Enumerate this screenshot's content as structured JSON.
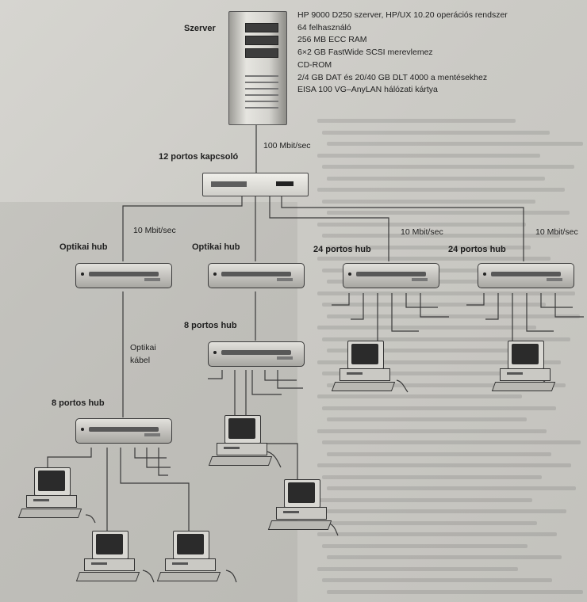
{
  "server": {
    "label": "Szerver",
    "specs": [
      "HP 9000 D250 szerver, HP/UX 10.20 operációs rendszer",
      "64 felhasználó",
      "256 MB ECC RAM",
      "6×2 GB FastWide SCSI merevlemez",
      "CD-ROM",
      "2/4 GB DAT és 20/40 GB DLT 4000 a mentésekhez",
      "EISA 100 VG–AnyLAN hálózati kártya"
    ]
  },
  "switch": {
    "label": "12 portos kapcsoló",
    "uplink_speed": "100 Mbit/sec"
  },
  "links": {
    "speed_left": "10 Mbit/sec",
    "speed_mid": "10 Mbit/sec",
    "speed_right": "10 Mbit/sec",
    "fiber_line1": "Optikai",
    "fiber_line2": "kábel"
  },
  "hubs": {
    "optical_1": "Optikai hub",
    "optical_2": "Optikai hub",
    "hub24_1": "24 portos hub",
    "hub24_2": "24 portos hub",
    "hub8_mid": "8 portos hub",
    "hub8_left": "8 portos hub"
  }
}
